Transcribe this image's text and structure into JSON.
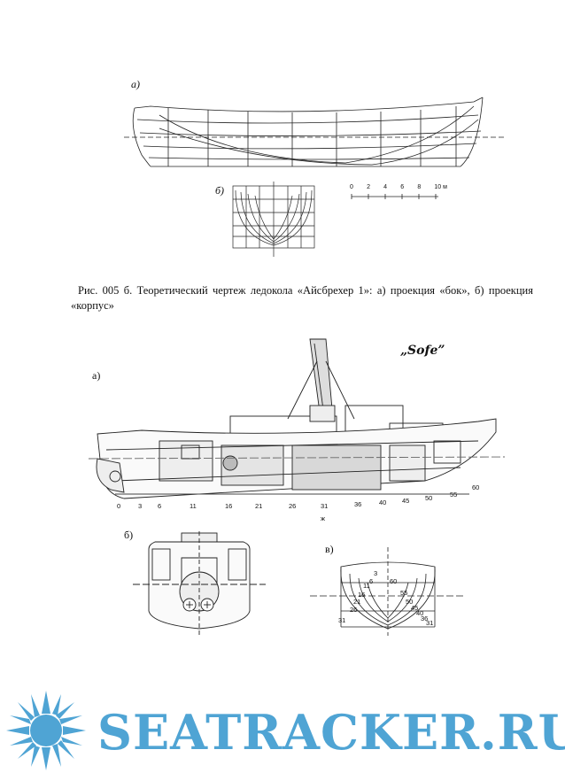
{
  "figure1": {
    "label_a": "а)",
    "label_b": "б)",
    "scale": {
      "ticks": [
        "0",
        "2",
        "4",
        "6",
        "8",
        "10 м"
      ]
    }
  },
  "caption": {
    "text": "Рис. 005 б. Теоретический чертеж ледокола «Айсбрехер 1»: а) проекция «бок», б) проекция «корпус»"
  },
  "figure2": {
    "label_a": "а)",
    "label_b": "б)",
    "label_c": "в)",
    "handwritten_name": "„Sofe”",
    "frame_numbers_side": [
      "0",
      "3",
      "6",
      "11",
      "16",
      "21",
      "26",
      "31",
      "36",
      "40",
      "45",
      "50",
      "55",
      "60"
    ],
    "midship_mark": "ж",
    "body_plan_left": [
      "31",
      "26",
      "21",
      "16",
      "11",
      "6",
      "3"
    ],
    "body_plan_right": [
      "60",
      "55",
      "50",
      "45",
      "40",
      "36",
      "31"
    ]
  },
  "watermark": {
    "text": "SEATRACKER.RU",
    "color": "#4fa4d4",
    "icon": "sun-burst-icon"
  }
}
